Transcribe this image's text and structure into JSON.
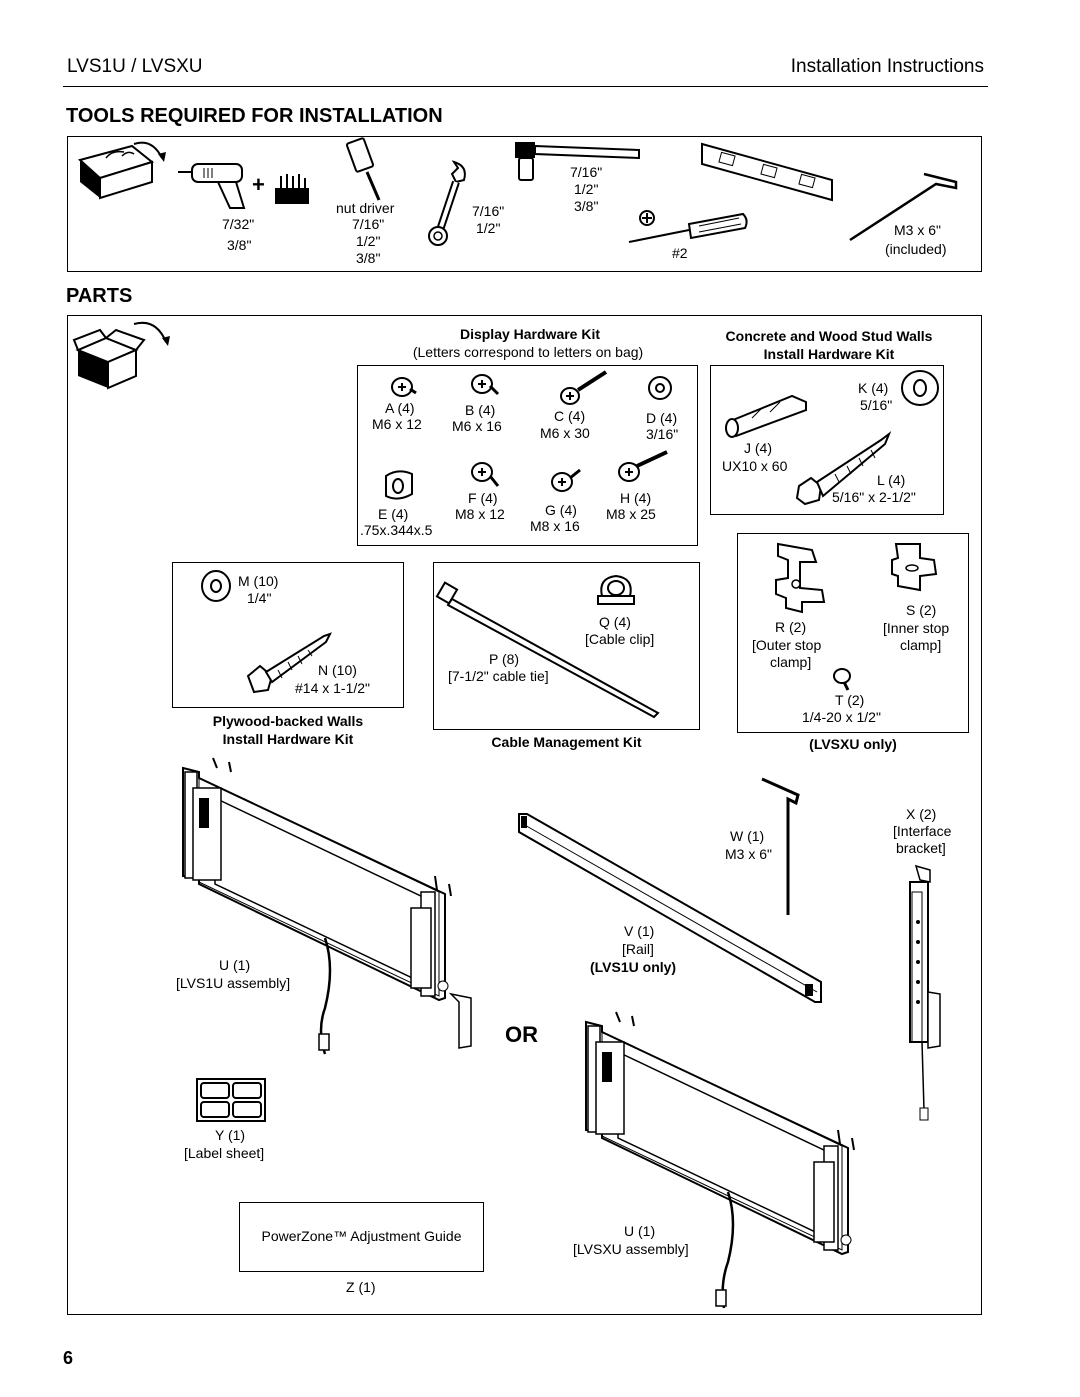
{
  "header": {
    "model": "LVS1U / LVSXU",
    "doc_type": "Installation Instructions"
  },
  "tools": {
    "title": "TOOLS REQUIRED FOR INSTALLATION",
    "drill_bits": [
      "7/32\"",
      "3/8\""
    ],
    "nut_driver": [
      "nut driver",
      "7/16\"",
      "1/2\"",
      "3/8\""
    ],
    "wrench": [
      "7/16\"",
      "1/2\""
    ],
    "socket": [
      "7/16\"",
      "1/2\"",
      "3/8\""
    ],
    "screwdriver": "#2",
    "hex_key": [
      "M3 x 6\"",
      "(included)"
    ]
  },
  "parts": {
    "title": "PARTS",
    "display_kit": {
      "title": "Display Hardware Kit",
      "subtitle": "(Letters correspond to letters on bag)",
      "A": [
        "A (4)",
        "M6 x 12"
      ],
      "B": [
        "B (4)",
        "M6 x 16"
      ],
      "C": [
        "C (4)",
        "M6 x 30"
      ],
      "D": [
        "D (4)",
        "3/16\""
      ],
      "E": [
        "E (4)",
        ".75x.344x.5"
      ],
      "F": [
        "F (4)",
        "M8 x 12"
      ],
      "G": [
        "G (4)",
        "M8 x 16"
      ],
      "H": [
        "H (4)",
        "M8 x 25"
      ]
    },
    "concrete_kit": {
      "title": [
        "Concrete and Wood Stud Walls",
        "Install Hardware Kit"
      ],
      "K": [
        "K (4)",
        "5/16\""
      ],
      "J": [
        "J (4)",
        "UX10 x 60"
      ],
      "L": [
        "L (4)",
        "5/16\" x 2-1/2\""
      ]
    },
    "plywood_kit": {
      "title": [
        "Plywood-backed Walls",
        "Install Hardware Kit"
      ],
      "M": [
        "M (10)",
        "1/4\""
      ],
      "N": [
        "N (10)",
        "#14 x 1-1/2\""
      ]
    },
    "cable_kit": {
      "title": "Cable Management Kit",
      "Q": [
        "Q (4)",
        "[Cable clip]"
      ],
      "P": [
        "P (8)",
        "[7-1/2\" cable tie]"
      ]
    },
    "lvsxu_kit": {
      "title": "(LVSXU only)",
      "R": [
        "R (2)",
        "[Outer stop",
        "clamp]"
      ],
      "S": [
        "S (2)",
        "[Inner stop",
        "clamp]"
      ],
      "T": [
        "T (2)",
        "1/4-20 x 1/2\""
      ]
    },
    "U_lvs1u": [
      "U (1)",
      "[LVS1U assembly]"
    ],
    "V": [
      "V (1)",
      "[Rail]",
      "(LVS1U only)"
    ],
    "W": [
      "W (1)",
      "M3 x 6\""
    ],
    "X": [
      "X (2)",
      "[Interface",
      "bracket]"
    ],
    "or_label": "OR",
    "Y": [
      "Y (1)",
      "[Label sheet]"
    ],
    "Z": {
      "guide": "PowerZone™ Adjustment Guide",
      "label": "Z (1)"
    },
    "U_lvsxu": [
      "U (1)",
      "[LVSXU assembly]"
    ]
  },
  "page_number": "6"
}
